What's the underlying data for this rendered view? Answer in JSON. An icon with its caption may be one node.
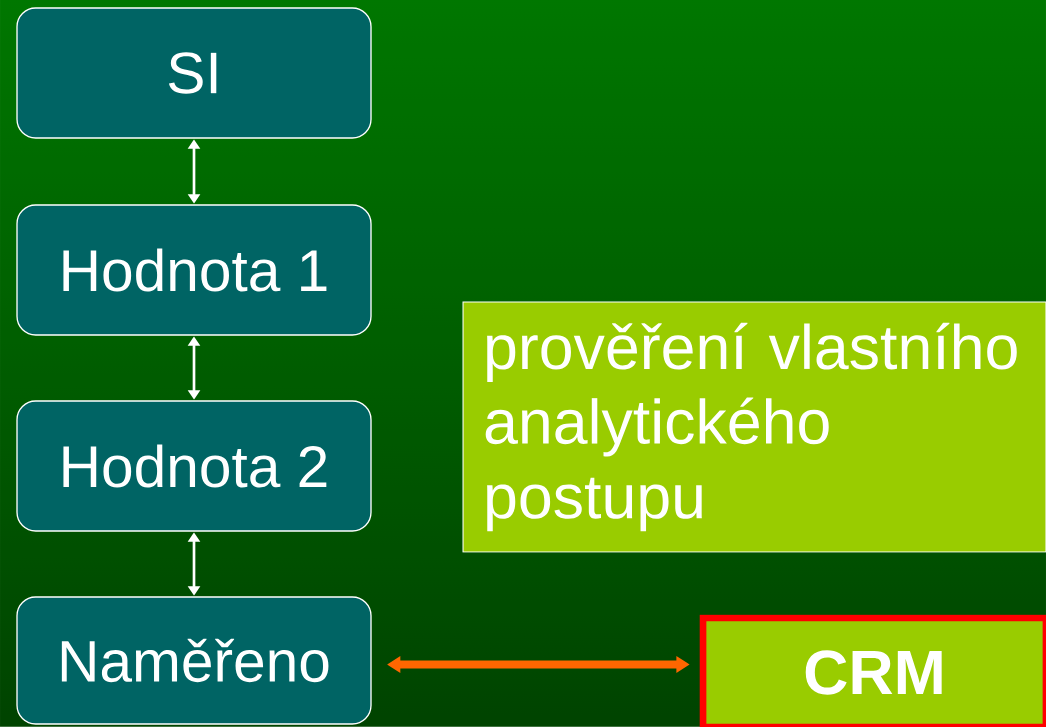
{
  "diagram": {
    "nodes": [
      {
        "text": [
          "SI"
        ]
      },
      {
        "text": [
          "Hodnota 1"
        ]
      },
      {
        "text": [
          "Hodnota 2"
        ]
      },
      {
        "text": [
          "Naměřeno"
        ]
      },
      {
        "text": [
          "prověření vlastního analytického postupu"
        ]
      },
      {
        "text": [
          "CRM"
        ]
      }
    ],
    "edges": [
      {
        "from": 0,
        "to": 1,
        "arrow": "both"
      },
      {
        "from": 1,
        "to": 2,
        "arrow": "both"
      },
      {
        "from": 2,
        "to": 3,
        "arrow": "both"
      },
      {
        "from": 3,
        "to": 5,
        "arrow": "both",
        "style": "thick",
        "color": "#ff6600"
      }
    ]
  }
}
